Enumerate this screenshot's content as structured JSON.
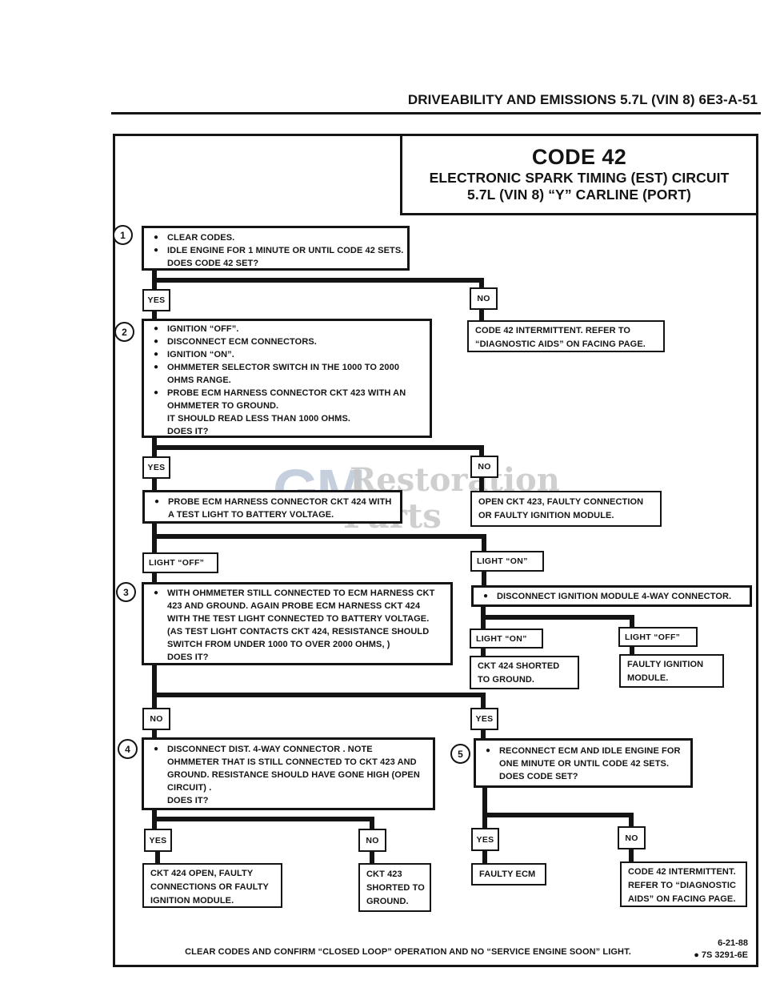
{
  "page": {
    "header": "DRIVEABILITY AND EMISSIONS  5.7L  (VIN 8)  6E3-A-51",
    "footer_note": "CLEAR CODES AND CONFIRM “CLOSED LOOP” OPERATION AND NO “SERVICE ENGINE SOON” LIGHT.",
    "footer_date": "6-21-88",
    "footer_doc": "● 7S 3291-6E"
  },
  "title": {
    "code": "CODE 42",
    "line1": "ELECTRONIC SPARK TIMING (EST) CIRCUIT",
    "line2": "5.7L (VIN 8)  “Y”  CARLINE  (PORT)"
  },
  "ui": {
    "bullet": "●"
  },
  "watermark": {
    "gm": "GM",
    "word1": "Restoration",
    "word2": "Parts"
  },
  "steps": [
    "1",
    "2",
    "3",
    "4",
    "5"
  ],
  "labels": {
    "yes": "YES",
    "no": "NO",
    "light_on": "LIGHT “ON”",
    "light_off": "LIGHT “OFF”"
  },
  "nodes": {
    "step1": {
      "lines": [
        {
          "b": 1,
          "t": "CLEAR CODES."
        },
        {
          "b": 1,
          "t": "IDLE ENGINE FOR 1 MINUTE OR UNTIL CODE 42 SETS."
        },
        {
          "t": "DOES CODE 42 SET?"
        }
      ]
    },
    "intermittent1": {
      "lines": [
        {
          "t": "CODE 42 INTERMITTENT.  REFER TO"
        },
        {
          "t": "“DIAGNOSTIC AIDS” ON FACING PAGE."
        }
      ]
    },
    "step2": {
      "lines": [
        {
          "b": 1,
          "t": "IGNITION “OFF”."
        },
        {
          "b": 1,
          "t": "DISCONNECT ECM CONNECTORS."
        },
        {
          "b": 1,
          "t": "IGNITION “ON”."
        },
        {
          "b": 1,
          "t": "OHMMETER SELECTOR SWITCH IN THE 1000 TO 2000"
        },
        {
          "t": "OHMS RANGE."
        },
        {
          "b": 1,
          "t": "PROBE ECM HARNESS CONNECTOR CKT 423  WITH AN"
        },
        {
          "t": "OHMMETER TO GROUND."
        },
        {
          "t": "IT SHOULD READ LESS THAN 1000 OHMS."
        },
        {
          "t": "DOES IT?"
        }
      ]
    },
    "probe424": {
      "lines": [
        {
          "b": 1,
          "t": "PROBE ECM HARNESS CONNECTOR CKT 424 WITH"
        },
        {
          "t": "A TEST LIGHT TO BATTERY VOLTAGE."
        }
      ]
    },
    "open423": {
      "lines": [
        {
          "t": "OPEN CKT 423, FAULTY CONNECTION"
        },
        {
          "t": "OR FAULTY IGNITION MODULE."
        }
      ]
    },
    "step3": {
      "lines": [
        {
          "b": 1,
          "t": "WITH OHMMETER STILL CONNECTED TO ECM HARNESS CKT"
        },
        {
          "t": "423 AND GROUND.  AGAIN PROBE ECM HARNESS CKT 424"
        },
        {
          "t": "WITH THE TEST LIGHT CONNECTED TO BATTERY VOLTAGE."
        },
        {
          "t": "(AS TEST LIGHT CONTACTS CKT 424, RESISTANCE SHOULD"
        },
        {
          "t": "SWITCH FROM UNDER 1000 TO OVER 2000 OHMS, )"
        },
        {
          "t": "DOES IT?"
        }
      ]
    },
    "discIgn": {
      "lines": [
        {
          "b": 1,
          "t": "DISCONNECT IGNITION MODULE 4-WAY CONNECTOR."
        }
      ]
    },
    "ckt424short": {
      "lines": [
        {
          "t": "CKT 424  SHORTED"
        },
        {
          "t": "TO GROUND."
        }
      ]
    },
    "faultyIgn": {
      "lines": [
        {
          "t": "FAULTY IGNITION"
        },
        {
          "t": "MODULE."
        }
      ]
    },
    "step4": {
      "lines": [
        {
          "b": 1,
          "t": "DISCONNECT DIST. 4-WAY CONNECTOR .  NOTE"
        },
        {
          "t": "OHMMETER THAT IS STILL CONNECTED TO CKT 423  AND"
        },
        {
          "t": "GROUND. RESISTANCE SHOULD HAVE GONE HIGH (OPEN"
        },
        {
          "t": "CIRCUIT) ."
        },
        {
          "t": "DOES IT?"
        }
      ]
    },
    "step5": {
      "lines": [
        {
          "b": 1,
          "t": "RECONNECT ECM AND IDLE ENGINE FOR"
        },
        {
          "t": "ONE MINUTE OR UNTIL CODE 42 SETS."
        },
        {
          "t": "DOES CODE SET?"
        }
      ]
    },
    "ckt424open": {
      "lines": [
        {
          "t": "CKT 424 OPEN, FAULTY"
        },
        {
          "t": "CONNECTIONS OR FAULTY"
        },
        {
          "t": "IGNITION MODULE."
        }
      ]
    },
    "ckt423short": {
      "lines": [
        {
          "t": "CKT 423"
        },
        {
          "t": "SHORTED TO"
        },
        {
          "t": "GROUND."
        }
      ]
    },
    "faultyEcm": {
      "lines": [
        {
          "t": "FAULTY ECM"
        }
      ]
    },
    "intermittent5": {
      "lines": [
        {
          "t": "CODE 42 INTERMITTENT."
        },
        {
          "t": "REFER TO “DIAGNOSTIC"
        },
        {
          "t": "AIDS” ON FACING PAGE."
        }
      ]
    }
  }
}
